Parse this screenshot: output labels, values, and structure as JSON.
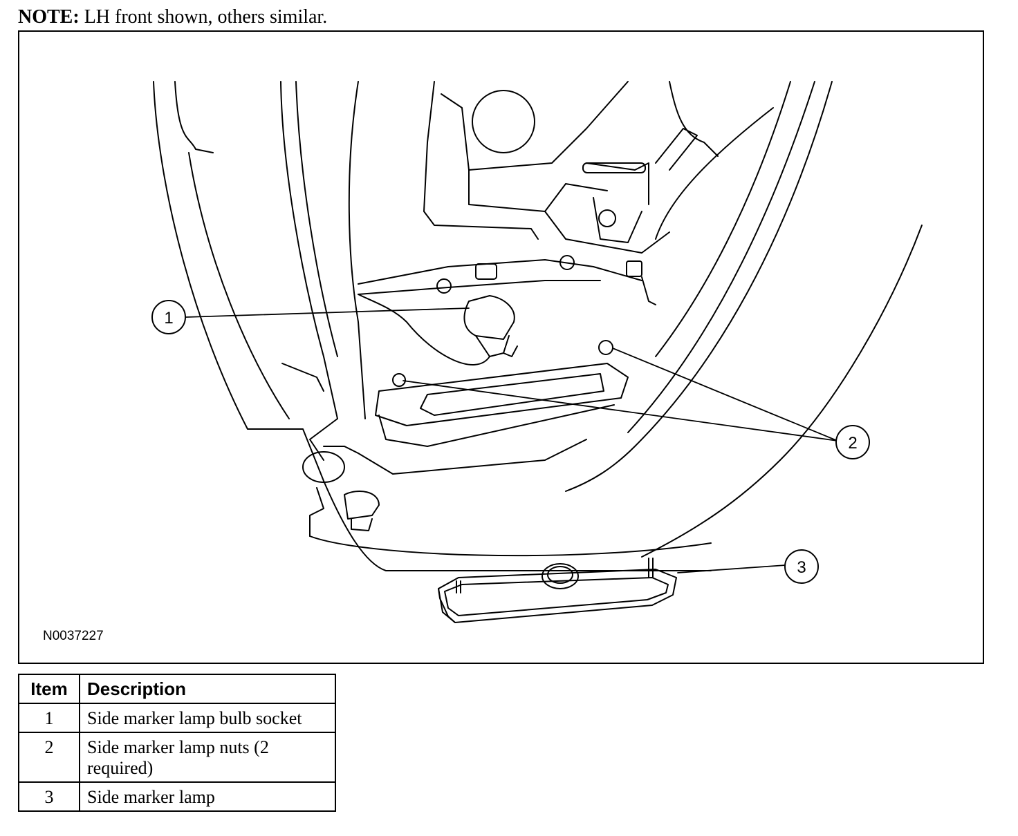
{
  "note": {
    "label": "NOTE:",
    "text": " LH front shown, others similar."
  },
  "figure": {
    "id": "N0037227",
    "callouts": [
      {
        "number": "1"
      },
      {
        "number": "2"
      },
      {
        "number": "3"
      }
    ]
  },
  "legend": {
    "headers": {
      "item": "Item",
      "description": "Description"
    },
    "rows": [
      {
        "item": "1",
        "description": "Side marker lamp bulb socket"
      },
      {
        "item": "2",
        "description": "Side marker lamp nuts (2 required)"
      },
      {
        "item": "3",
        "description": "Side marker lamp"
      }
    ]
  }
}
